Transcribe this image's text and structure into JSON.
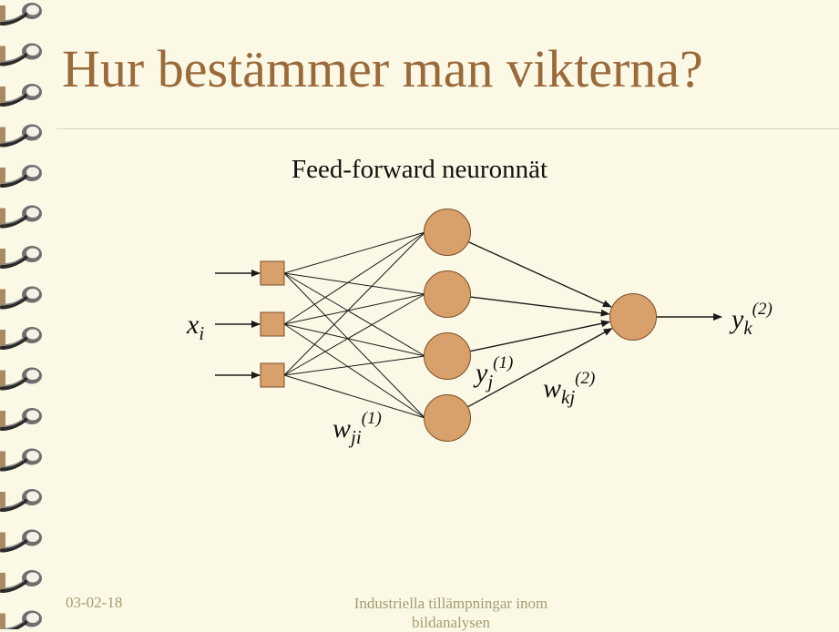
{
  "slide": {
    "title": "Hur bestämmer man vikterna?",
    "subtitle": "Feed-forward neuronnät"
  },
  "diagram": {
    "labels": {
      "input": {
        "main": "x",
        "sub": "i",
        "sup": ""
      },
      "output": {
        "main": "y",
        "sub": "k",
        "sup": "(2)"
      },
      "hidden_output": {
        "main": "y",
        "sub": "j",
        "sup": "(1)"
      },
      "weights_layer1": {
        "main": "w",
        "sub": "ji",
        "sup": "(1)"
      },
      "weights_layer2": {
        "main": "w",
        "sub": "kj",
        "sup": "(2)"
      }
    },
    "layers": {
      "input_nodes": 3,
      "hidden_nodes": 4,
      "output_nodes": 1
    },
    "colors": {
      "node_fill": "#d8a06a",
      "node_stroke": "#7a4e2a",
      "line": "#1a1a1a"
    }
  },
  "footer": {
    "date": "03-02-18",
    "text_line1": "Industriella tillämpningar inom",
    "text_line2": "bildanalysen"
  },
  "colors": {
    "background": "#fbf9e6",
    "title": "#9a6a3a",
    "footer": "#a69a72"
  }
}
